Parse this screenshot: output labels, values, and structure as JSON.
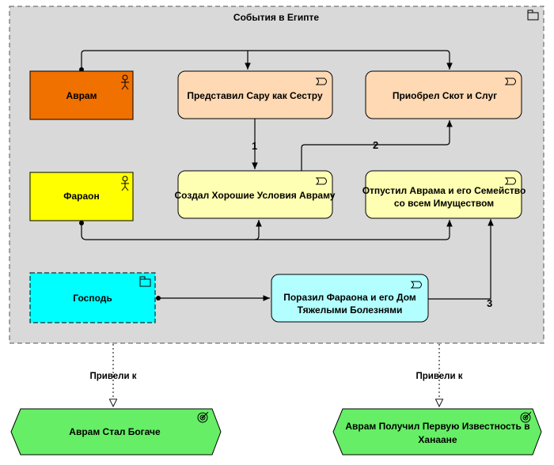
{
  "group": {
    "title": "События в Египте",
    "fill": "#d9d9d9"
  },
  "actors": {
    "avram": {
      "label": "Аврам",
      "fill": "#f07000"
    },
    "pharaoh": {
      "label": "Фараон",
      "fill": "#ffff00"
    },
    "lord": {
      "label": "Господь",
      "fill": "#00ffff"
    }
  },
  "events": {
    "sarah": {
      "label": "Представил Сару как Сестру",
      "fill": "#ffd9b3"
    },
    "cattle": {
      "label": "Приобрел Скот и Слуг",
      "fill": "#ffd9b3"
    },
    "conditions": {
      "label": "Создал Хорошие Условия Авраму",
      "fill": "#ffffb3"
    },
    "release": {
      "line1": "Отпустил Аврама и его Семейство",
      "line2": "со всем Имуществом",
      "fill": "#ffffb3"
    },
    "plague": {
      "line1": "Поразил Фараона и его Дом",
      "line2": "Тяжелыми Болезнями",
      "fill": "#b3ffff"
    }
  },
  "goals": {
    "rich": {
      "label": "Аврам Стал Богаче",
      "fill": "#66ee66"
    },
    "fame": {
      "line1": "Аврам Получил Первую Известность в",
      "line2": "Ханаане",
      "fill": "#66ee66"
    }
  },
  "edges": {
    "n1": "1",
    "n2": "2",
    "n3": "3",
    "led_to_left": "Привели к",
    "led_to_right": "Привели к"
  }
}
